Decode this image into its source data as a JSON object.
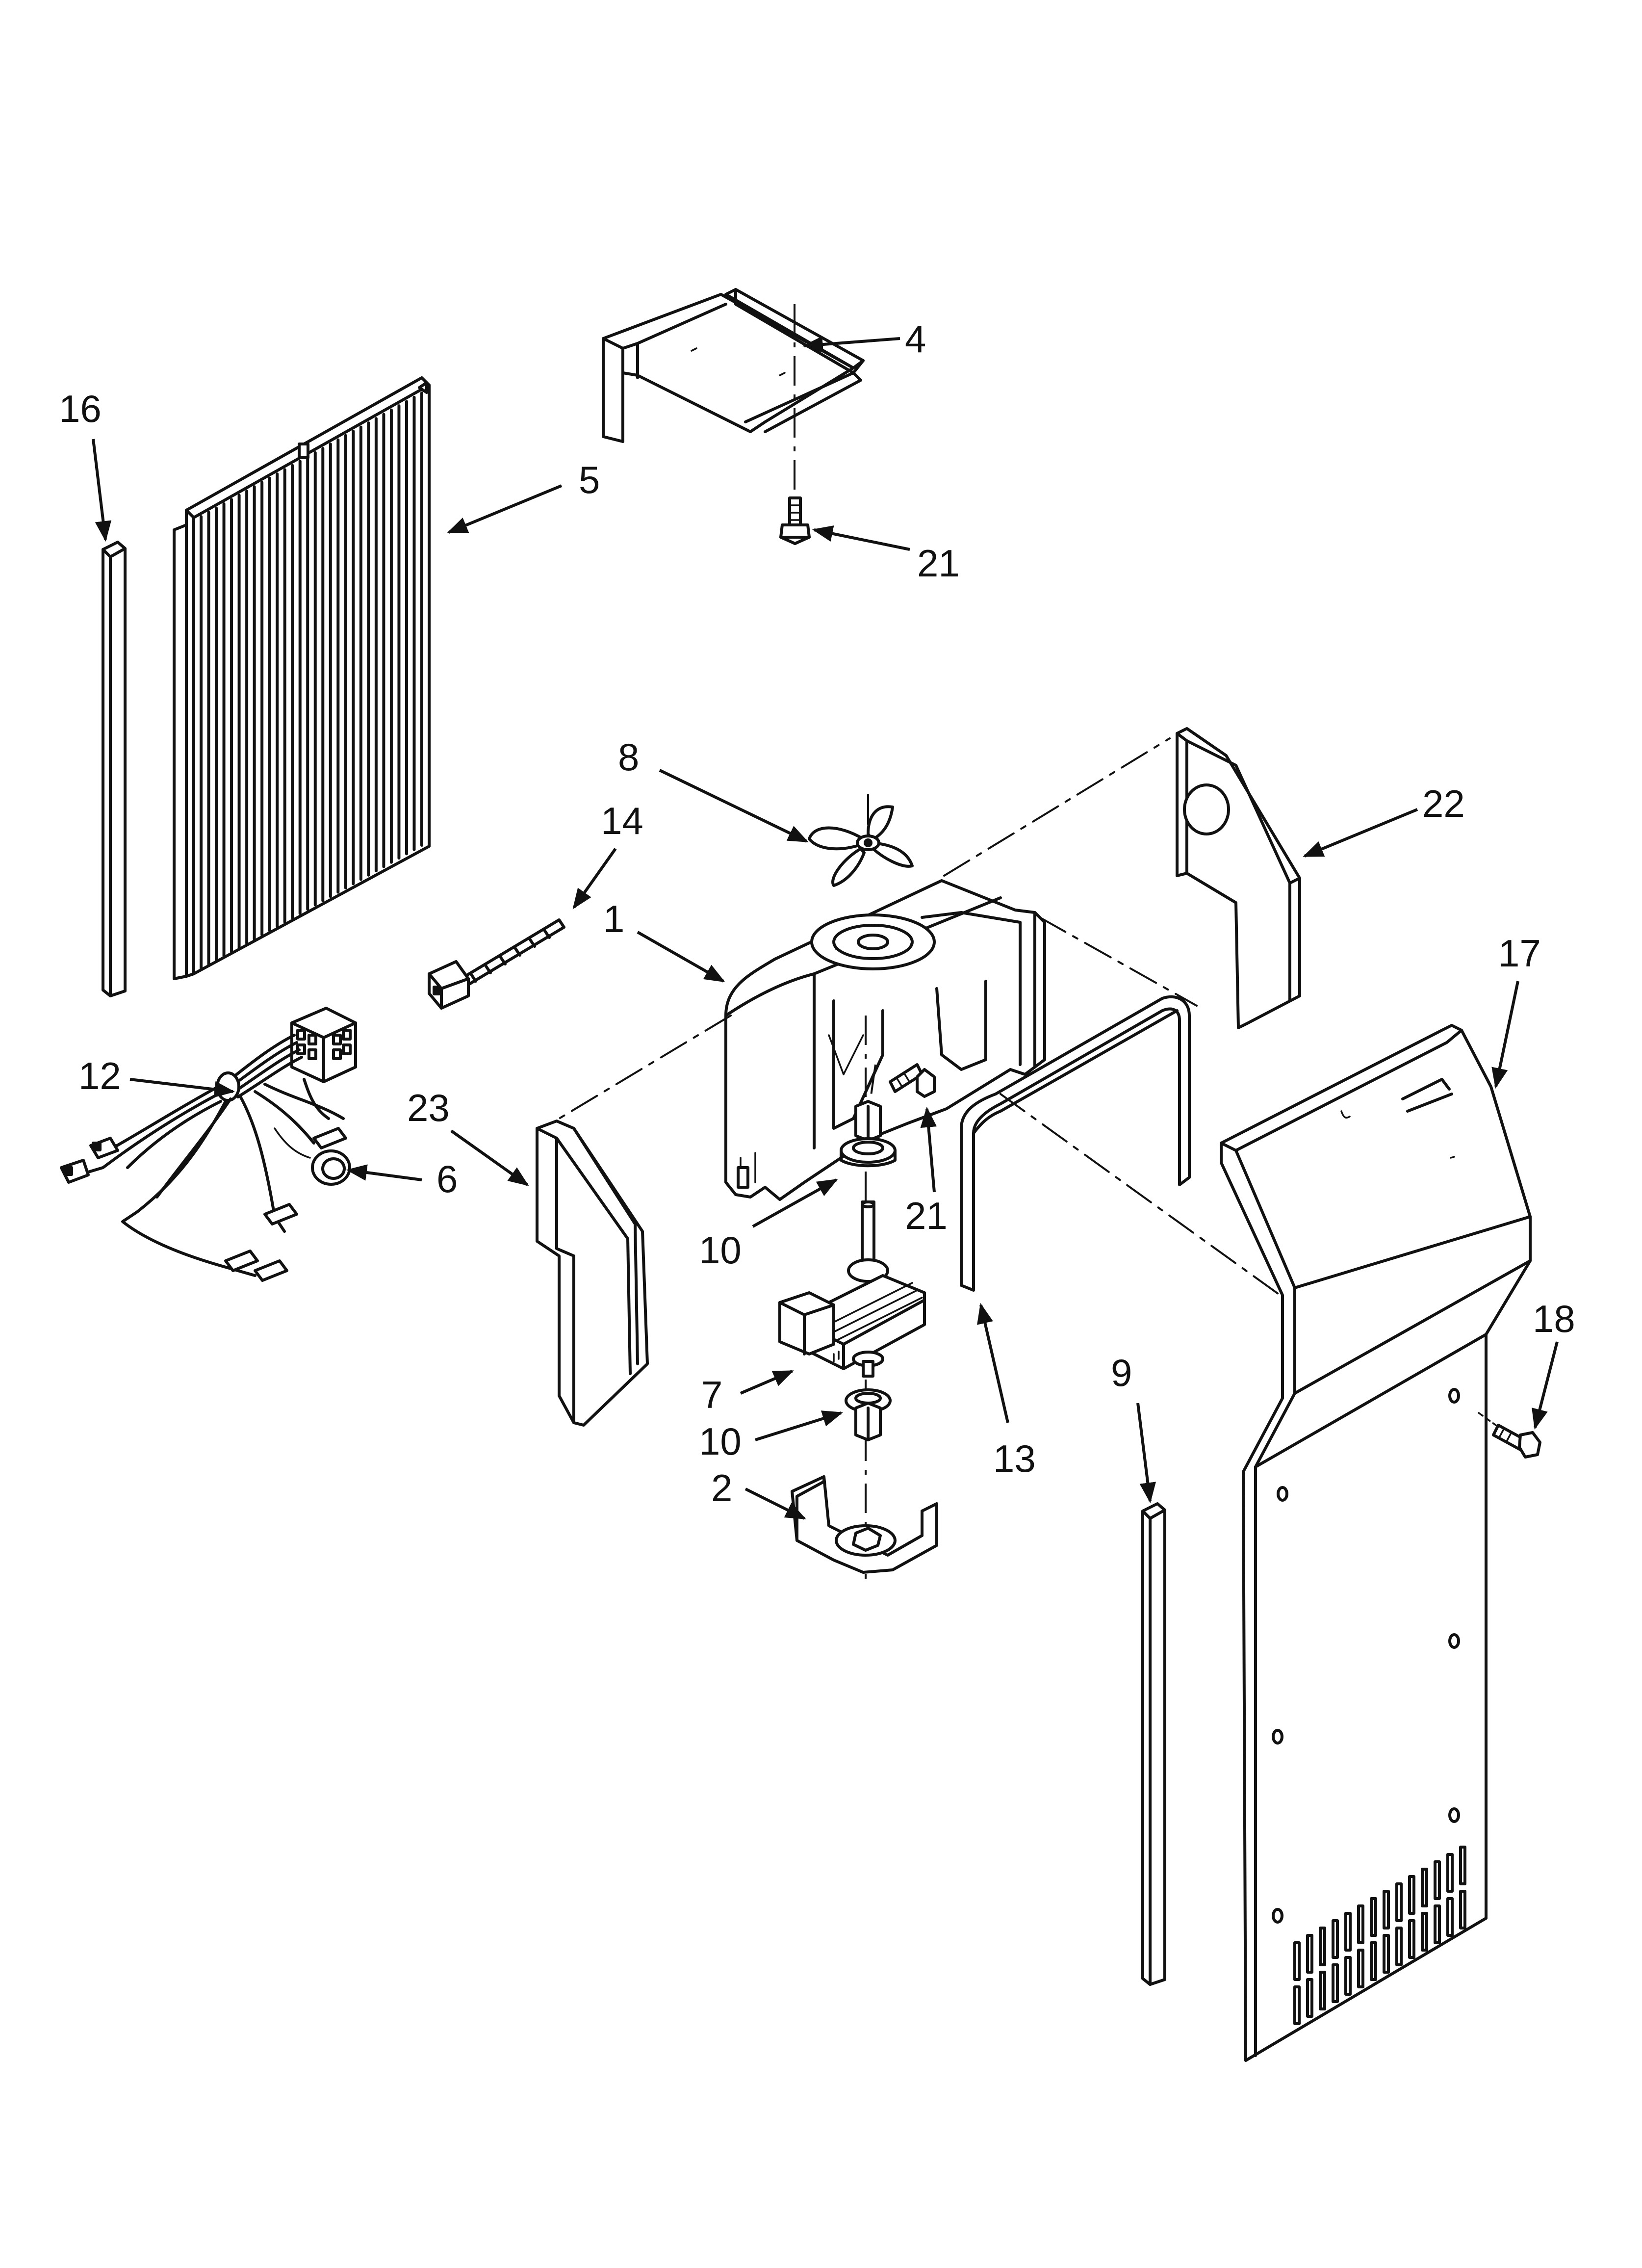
{
  "callouts": [
    {
      "id": "c16",
      "label": "16"
    },
    {
      "id": "c5",
      "label": "5"
    },
    {
      "id": "c4",
      "label": "4"
    },
    {
      "id": "c21a",
      "label": "21"
    },
    {
      "id": "c8",
      "label": "8"
    },
    {
      "id": "c22",
      "label": "22"
    },
    {
      "id": "c14",
      "label": "14"
    },
    {
      "id": "c1",
      "label": "1"
    },
    {
      "id": "c17",
      "label": "17"
    },
    {
      "id": "c12",
      "label": "12"
    },
    {
      "id": "c23",
      "label": "23"
    },
    {
      "id": "c6",
      "label": "6"
    },
    {
      "id": "c21b",
      "label": "21"
    },
    {
      "id": "c10a",
      "label": "10"
    },
    {
      "id": "c18",
      "label": "18"
    },
    {
      "id": "c9",
      "label": "9"
    },
    {
      "id": "c7",
      "label": "7"
    },
    {
      "id": "c10b",
      "label": "10"
    },
    {
      "id": "c13",
      "label": "13"
    },
    {
      "id": "c2",
      "label": "2"
    }
  ]
}
